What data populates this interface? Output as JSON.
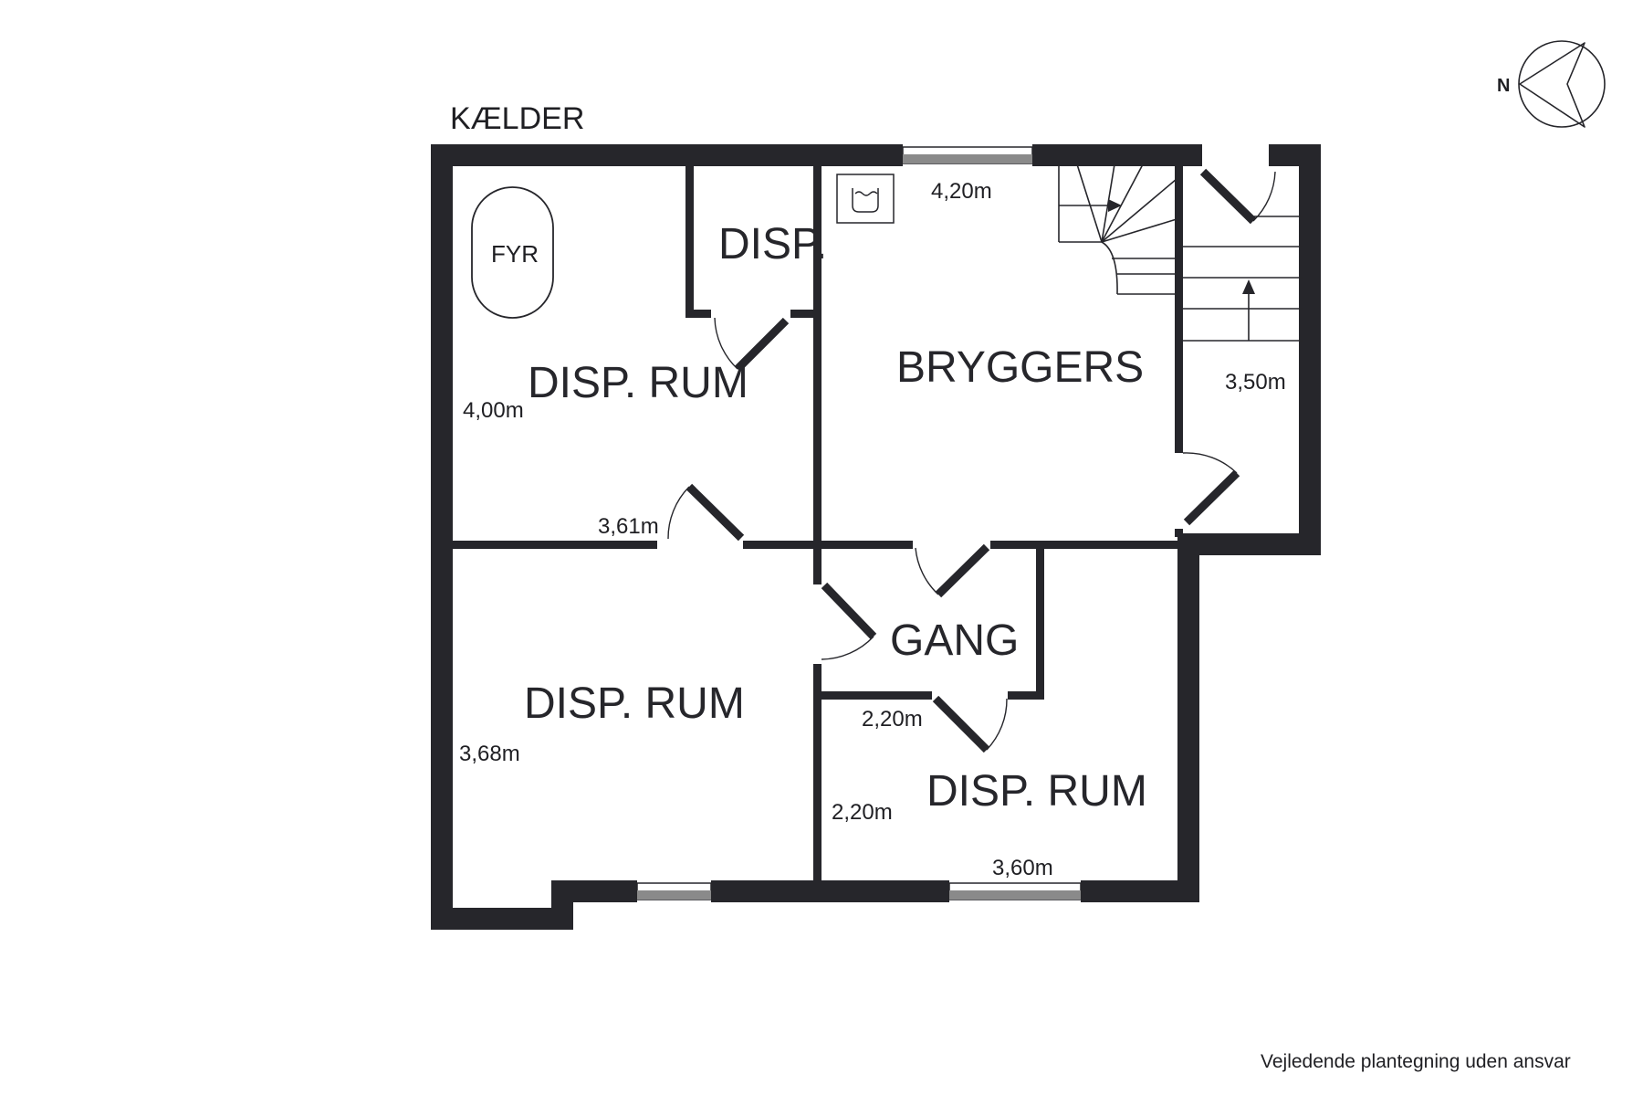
{
  "floor_title": "KÆLDER",
  "compass": {
    "north_label": "N"
  },
  "rooms": {
    "disp_rum_nw": "DISP. RUM",
    "disp_small": "DISP.",
    "bryggers": "BRYGGERS",
    "gang": "GANG",
    "disp_rum_sw": "DISP. RUM",
    "disp_rum_se": "DISP. RUM"
  },
  "fixtures": {
    "boiler": "FYR"
  },
  "dimensions": {
    "bryggers_width": "4,20m",
    "stair_width": "3,50m",
    "nw_height": "4,00m",
    "nw_width": "3,61m",
    "sw_height": "3,68m",
    "se_width_top": "2,20m",
    "se_height": "2,20m",
    "se_width_bottom": "3,60m"
  },
  "disclaimer": "Vejledende plantegning uden ansvar"
}
